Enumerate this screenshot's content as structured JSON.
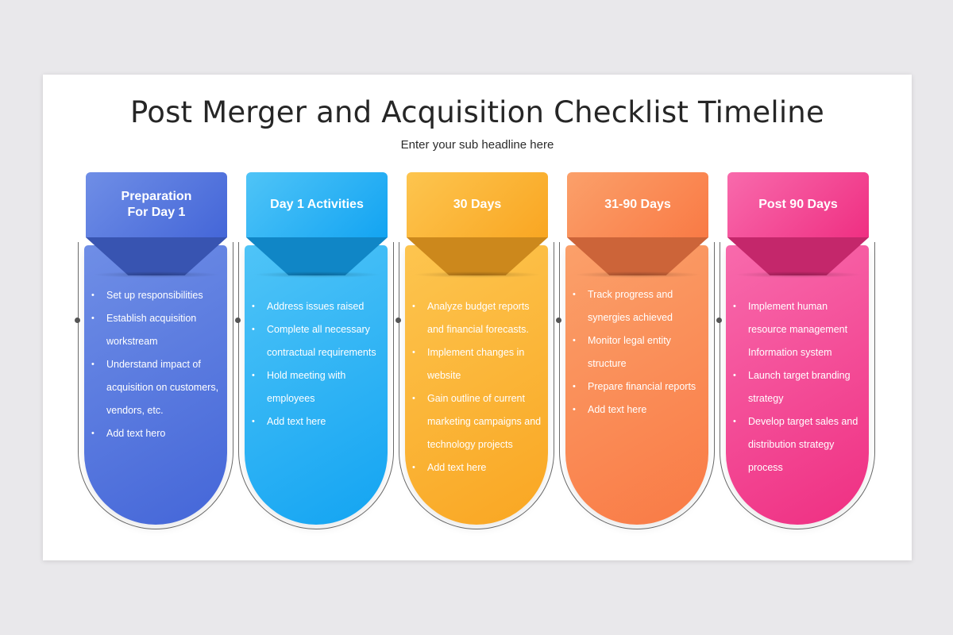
{
  "title": "Post Merger and Acquisition Checklist Timeline",
  "subtitle": "Enter your sub headline here",
  "columns": [
    {
      "heading": "Preparation For Day 1",
      "color_light": "#6f8ee6",
      "color_dark": "#4466d8",
      "items": [
        "Set up responsibilities",
        "Establish acquisition workstream",
        "Understand impact of acquisition on customers, vendors, etc.",
        "Add text hero"
      ]
    },
    {
      "heading": "Day 1 Activities",
      "color_light": "#4fc4f7",
      "color_dark": "#13a4f2",
      "items": [
        "Address issues raised",
        "Complete all necessary contractual requirements",
        "Hold meeting with employees",
        "Add text here"
      ]
    },
    {
      "heading": "30 Days",
      "color_light": "#fdc54f",
      "color_dark": "#f9a622",
      "items": [
        "Analyze budget reports and financial forecasts.",
        "Implement changes in website",
        "Gain outline of current marketing campaigns and technology projects",
        "Add text here"
      ]
    },
    {
      "heading": "31-90 Days",
      "color_light": "#fba06a",
      "color_dark": "#f97a45",
      "items": [
        "Track progress and synergies achieved",
        "Monitor legal entity structure",
        "Prepare financial reports",
        "Add text here"
      ]
    },
    {
      "heading": "Post 90 Days",
      "color_light": "#f86aac",
      "color_dark": "#ef2f82",
      "items": [
        "Implement human resource management Information system",
        "Launch target branding strategy",
        "Develop target sales and distribution strategy process"
      ]
    }
  ]
}
